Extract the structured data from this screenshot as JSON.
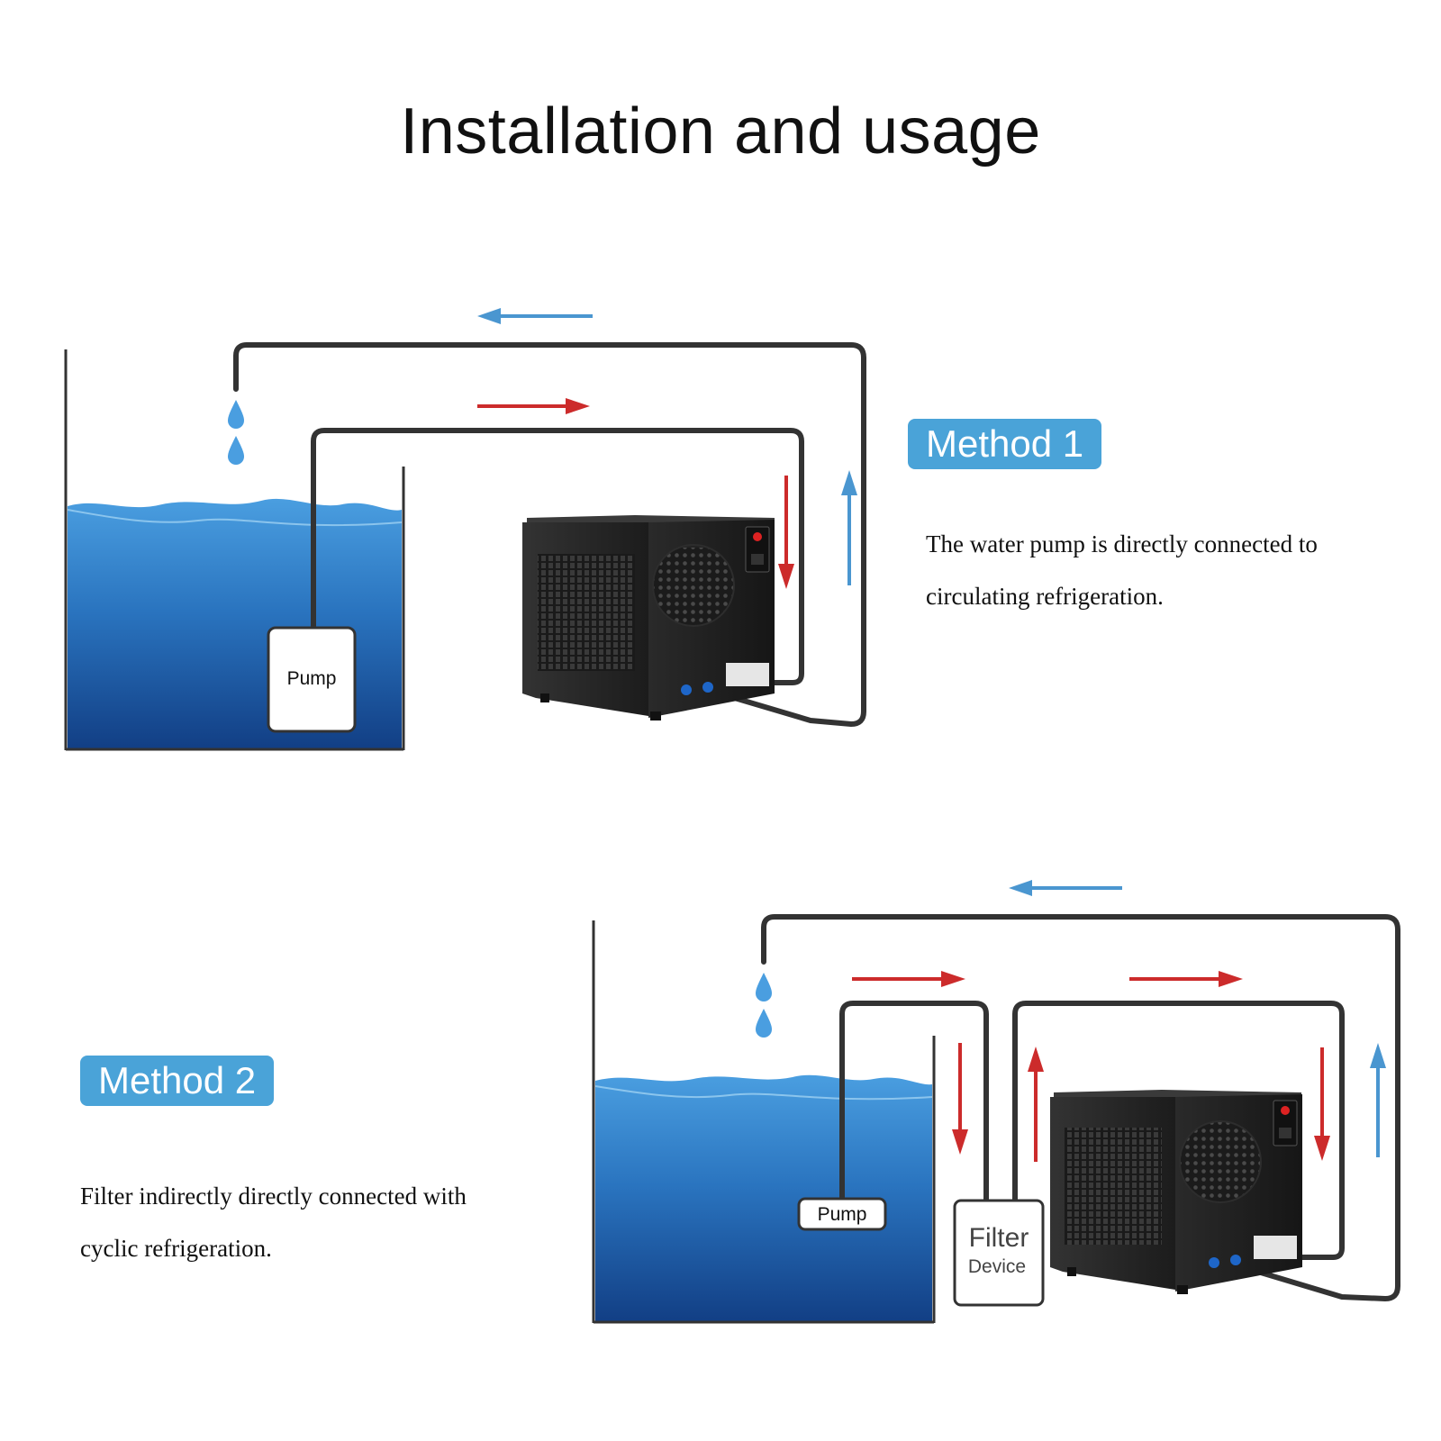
{
  "page": {
    "title": "Installation and usage"
  },
  "method1": {
    "badge": "Method 1",
    "description_lines": [
      "The water pump is directly connected to",
      "circulating refrigeration."
    ],
    "pump_label": "Pump"
  },
  "method2": {
    "badge": "Method 2",
    "description_lines": [
      "Filter indirectly directly connected with",
      "cyclic refrigeration."
    ],
    "pump_label": "Pump",
    "filter_label": "Filter",
    "filter_sublabel": "Device"
  },
  "colors": {
    "badge": "#4aa3d8",
    "arrow_red": "#cc2b2b",
    "arrow_blue": "#4a96d0",
    "pipe": "#333333",
    "water_top": "#3a8fd0",
    "water_bottom": "#123f85",
    "chiller_body": "#1f1f1f"
  },
  "icons": [
    "water-drop-icon",
    "flow-arrow-icon",
    "chiller-unit",
    "pump-box"
  ]
}
